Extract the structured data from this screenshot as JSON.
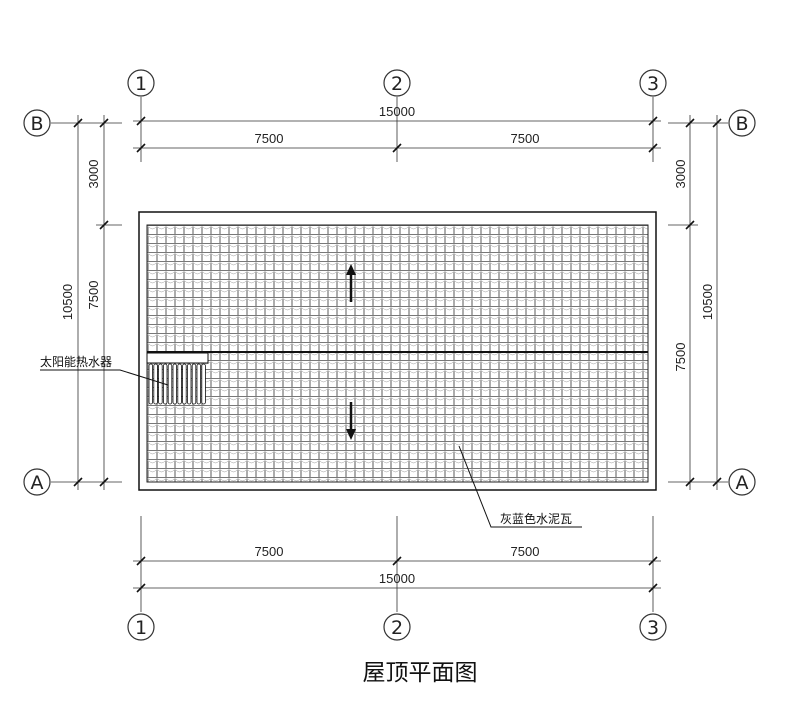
{
  "title": "屋顶平面图",
  "axis_labels": {
    "col1": "1",
    "col2": "2",
    "col3": "3",
    "rowA": "A",
    "rowB": "B"
  },
  "dimensions": {
    "top_total": "15000",
    "top_left": "7500",
    "top_right": "7500",
    "bottom_left": "7500",
    "bottom_right": "7500",
    "bottom_total": "15000",
    "left_total": "10500",
    "left_upper": "3000",
    "left_lower": "7500",
    "right_upper": "3000",
    "right_total": "10500",
    "right_lower": "7500"
  },
  "annotations": {
    "solar_heater": "太阳能热水器",
    "roof_tile": "灰蓝色水泥瓦"
  }
}
